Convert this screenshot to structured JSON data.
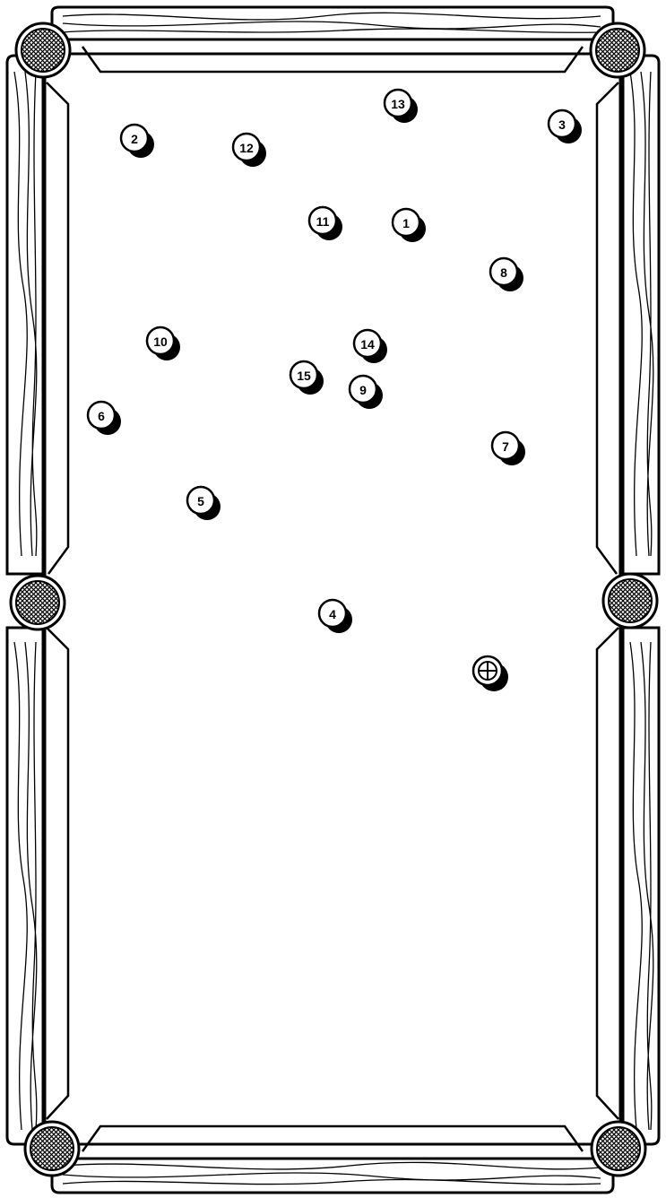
{
  "table": {
    "pockets": [
      {
        "id": "top-left"
      },
      {
        "id": "top-right"
      },
      {
        "id": "middle-left"
      },
      {
        "id": "middle-right"
      },
      {
        "id": "bottom-left"
      },
      {
        "id": "bottom-right"
      }
    ]
  },
  "balls": [
    {
      "label": "1"
    },
    {
      "label": "2"
    },
    {
      "label": "3"
    },
    {
      "label": "4"
    },
    {
      "label": "5"
    },
    {
      "label": "6"
    },
    {
      "label": "7"
    },
    {
      "label": "8"
    },
    {
      "label": "9"
    },
    {
      "label": "10"
    },
    {
      "label": "11"
    },
    {
      "label": "12"
    },
    {
      "label": "13"
    },
    {
      "label": "14"
    },
    {
      "label": "15"
    }
  ],
  "cue_ball": {
    "icon": "crosshair-icon"
  },
  "colors": {
    "ink": "#000000",
    "felt": "#ffffff"
  }
}
